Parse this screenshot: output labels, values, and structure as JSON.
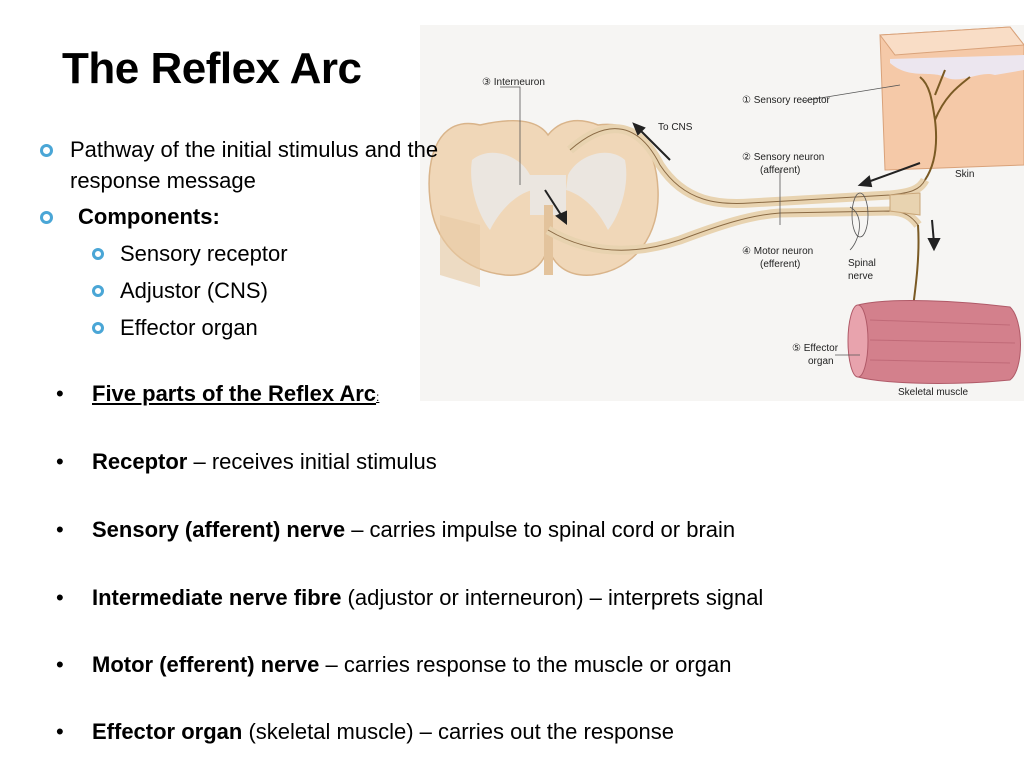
{
  "title": "The Reflex Arc",
  "intro": {
    "item1_line1": "Pathway of the initial stimulus and the",
    "item1_line2": "response message",
    "item2": "Components:",
    "sub": [
      "Sensory receptor",
      "Adjustor (CNS)",
      "Effector organ"
    ]
  },
  "diagram": {
    "interneuron": "③ Interneuron",
    "to_cns": "To CNS",
    "sensory_receptor": "① Sensory receptor",
    "sensory_neuron_l1": "② Sensory neuron",
    "sensory_neuron_l2": "(afferent)",
    "skin": "Skin",
    "motor_neuron_l1": "④ Motor neuron",
    "motor_neuron_l2": "(efferent)",
    "spinal_nerve_l1": "Spinal",
    "spinal_nerve_l2": "nerve",
    "effector_l1": "⑤ Effector",
    "effector_l2": "organ",
    "skeletal_muscle": "Skeletal muscle"
  },
  "bullets": {
    "heading": "Five parts of the Reflex Arc",
    "heading_suffix": ":",
    "items": [
      {
        "term": "Receptor",
        "desc": " – receives initial stimulus"
      },
      {
        "term": "Sensory (afferent) nerve",
        "desc": " – carries impulse to spinal cord or brain"
      },
      {
        "term": "Intermediate nerve fibre",
        "desc": " (adjustor or interneuron) – interprets signal"
      },
      {
        "term": "Motor (efferent) nerve",
        "desc": " – carries response to the muscle or organ"
      },
      {
        "term": "Effector organ",
        "desc": " (skeletal muscle) – carries out the response"
      }
    ]
  }
}
